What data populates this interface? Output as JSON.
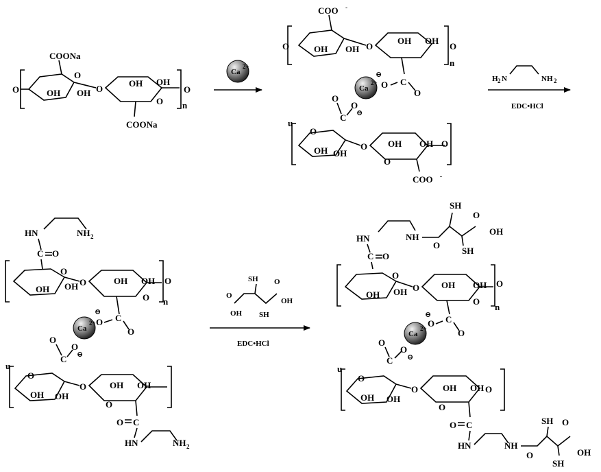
{
  "alginate": {
    "carboxylate_a": "COONa",
    "carboxylate_b": "COONa",
    "oh1": "OH",
    "oh2": "OH",
    "oh3": "OH",
    "oh4": "OH",
    "o_link": "O",
    "o_ring1": "O",
    "o_ring2": "O",
    "o_left": "O",
    "o_right": "O",
    "n": "n"
  },
  "step1": {
    "reagent": "Ca",
    "charge": "2+"
  },
  "crosslinked": {
    "coo_top": "COO",
    "coo_bottom": "COO",
    "minus": "-",
    "ca": "Ca",
    "ca_charge": "2+",
    "o_minus": "O",
    "ominus": "⊖",
    "c_label": "C",
    "o_label": "O",
    "oh": "OH",
    "n": "n",
    "u": "u",
    "o": "O"
  },
  "step2": {
    "reagent_h2n": "H",
    "reagent_h2n_sub": "2",
    "reagent_n": "N",
    "reagent_nh2": "NH",
    "reagent_nh2_sub": "2",
    "coupling": "EDC•HCl"
  },
  "aminated": {
    "hn": "HN",
    "nh2": "NH",
    "nh2_sub": "2",
    "c_label": "C",
    "o_label": "O",
    "c_o": "C",
    "oh": "OH",
    "o": "O",
    "n": "n",
    "u": "u",
    "ca": "Ca",
    "ca_charge": "2+",
    "ominus": "⊖"
  },
  "step3": {
    "sh": "SH",
    "oh": "OH",
    "o": "O",
    "coupling": "EDC•HCl"
  },
  "thiolated": {
    "hn": "HN",
    "nh": "NH",
    "sh": "SH",
    "oh": "OH",
    "o": "O",
    "c_label": "C",
    "n": "n",
    "u": "u",
    "ca": "Ca",
    "ca_charge": "2+",
    "ominus": "⊖"
  }
}
